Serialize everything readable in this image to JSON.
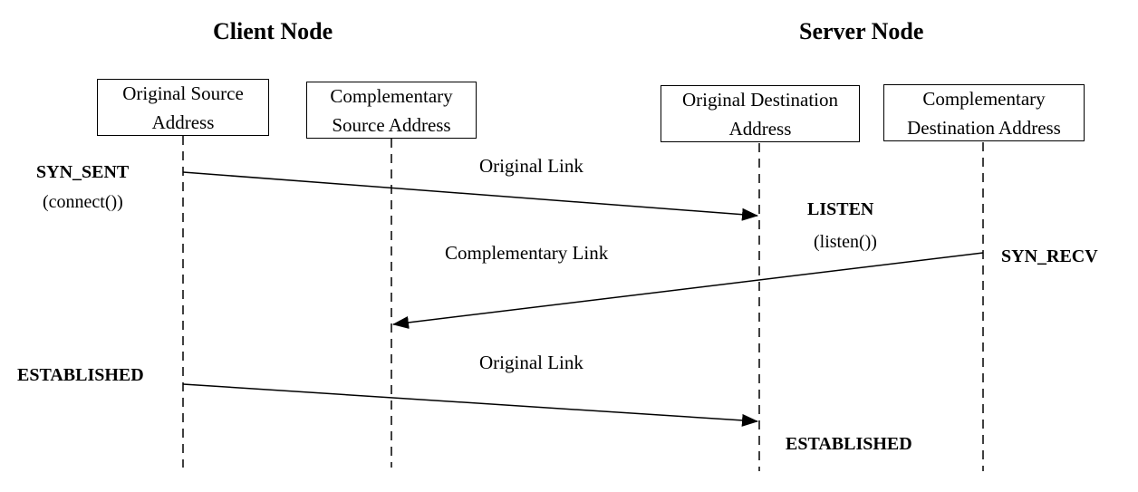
{
  "headings": {
    "client": "Client Node",
    "server": "Server Node"
  },
  "participants": [
    {
      "id": "original-source",
      "lines": [
        "Original Source",
        "Address"
      ]
    },
    {
      "id": "complementary-source",
      "lines": [
        "Complementary",
        "Source Address"
      ]
    },
    {
      "id": "original-destination",
      "lines": [
        "Original Destination",
        "Address"
      ]
    },
    {
      "id": "complementary-destination",
      "lines": [
        "Complementary",
        "Destination Address"
      ]
    }
  ],
  "states": {
    "syn_sent": "SYN_SENT",
    "connect": "(connect())",
    "listen": "LISTEN",
    "listen_call": "(listen())",
    "syn_recv": "SYN_RECV",
    "established_client": "ESTABLISHED",
    "established_server": "ESTABLISHED"
  },
  "messages": [
    {
      "label": "Original Link",
      "from": "original-source",
      "to": "original-destination"
    },
    {
      "label": "Complementary Link",
      "from": "complementary-destination",
      "to": "complementary-source"
    },
    {
      "label": "Original Link",
      "from": "original-source",
      "to": "original-destination"
    }
  ]
}
